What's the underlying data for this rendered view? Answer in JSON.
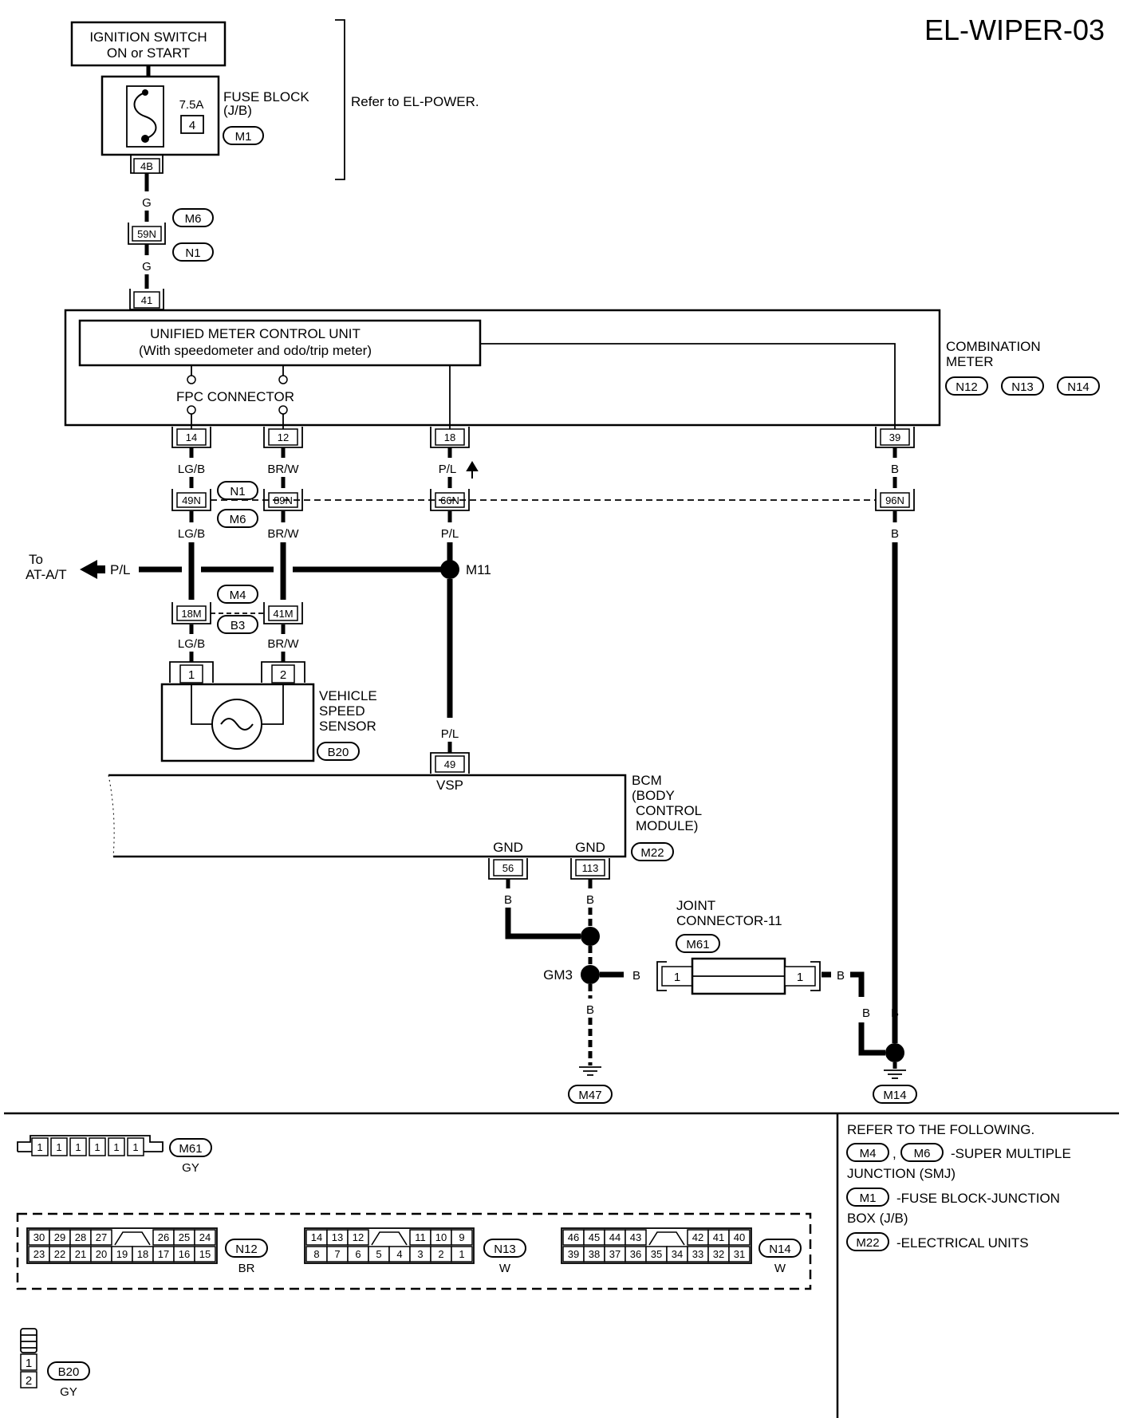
{
  "title": "EL-WIPER-03",
  "ignition": {
    "line1": "IGNITION SWITCH",
    "line2": "ON or START"
  },
  "fuse": {
    "rating": "7.5A",
    "number": "4",
    "label1": "FUSE BLOCK",
    "label2": "(J/B)",
    "connector": "M1",
    "terminal": "4B"
  },
  "refer_power": "Refer to EL-POWER.",
  "wire_colors": {
    "g": "G",
    "lgb": "LG/B",
    "brw": "BR/W",
    "pl": "P/L",
    "b": "B"
  },
  "joint_59n": {
    "pin": "59N",
    "conn_a": "M6",
    "conn_b": "N1"
  },
  "combination_meter": {
    "pin_top": "41",
    "unit_line1": "UNIFIED METER CONTROL UNIT",
    "unit_line2": "(With speedometer and odo/trip meter)",
    "fpc": "FPC CONNECTOR",
    "label1": "COMBINATION",
    "label2": "METER",
    "conns": [
      "N12",
      "N13",
      "N14"
    ],
    "pins": [
      "14",
      "12",
      "18",
      "39"
    ]
  },
  "smj_row1": {
    "pins": [
      "49N",
      "89N",
      "66N",
      "96N"
    ],
    "conn_a": "N1",
    "conn_b": "M6"
  },
  "to_at": {
    "line1": "To",
    "line2": "AT-A/T"
  },
  "m11": "M11",
  "smj_row2": {
    "pins": [
      "18M",
      "41M"
    ],
    "conn_a": "M4",
    "conn_b": "B3"
  },
  "vss": {
    "pins": [
      "1",
      "2"
    ],
    "line1": "VEHICLE",
    "line2": "SPEED",
    "line3": "SENSOR",
    "connector": "B20"
  },
  "bcm": {
    "pin_vsp": "49",
    "vsp": "VSP",
    "label1": "BCM",
    "label2": "(BODY",
    "label3": "CONTROL",
    "label4": "MODULE)",
    "connector": "M22",
    "gnd": "GND",
    "pin_gnd1": "56",
    "pin_gnd2": "113"
  },
  "joint11": {
    "line1": "JOINT",
    "line2": "CONNECTOR-11",
    "connector": "M61",
    "pin": "1"
  },
  "gm3": "GM3",
  "grounds": [
    "M47",
    "M14"
  ],
  "legend": {
    "m61": {
      "pins": [
        "1",
        "1",
        "1",
        "1",
        "1",
        "1"
      ],
      "code": "M61",
      "color": "GY"
    },
    "n12": {
      "top": [
        "30",
        "29",
        "28",
        "27",
        "26",
        "25",
        "24"
      ],
      "bottom": [
        "23",
        "22",
        "21",
        "20",
        "19",
        "18",
        "17",
        "16",
        "15"
      ],
      "code": "N12",
      "color": "BR"
    },
    "n13": {
      "top": [
        "14",
        "13",
        "12",
        "11",
        "10",
        "9"
      ],
      "bottom": [
        "8",
        "7",
        "6",
        "5",
        "4",
        "3",
        "2",
        "1"
      ],
      "code": "N13",
      "color": "W"
    },
    "n14": {
      "top": [
        "46",
        "45",
        "44",
        "43",
        "42",
        "41",
        "40"
      ],
      "bottom": [
        "39",
        "38",
        "37",
        "36",
        "35",
        "34",
        "33",
        "32",
        "31"
      ],
      "code": "N14",
      "color": "W"
    },
    "b20": {
      "pins": [
        "1",
        "2"
      ],
      "code": "B20",
      "color": "GY"
    }
  },
  "refer_box": {
    "heading": "REFER TO THE FOLLOWING.",
    "smj_a": "M4",
    "smj_b": "M6",
    "smj_text1": "-SUPER MULTIPLE",
    "smj_text2": "JUNCTION (SMJ)",
    "m1": "M1",
    "m1_text1": "-FUSE BLOCK-JUNCTION",
    "m1_text2": "BOX (J/B)",
    "m22": "M22",
    "m22_text": "-ELECTRICAL UNITS"
  }
}
